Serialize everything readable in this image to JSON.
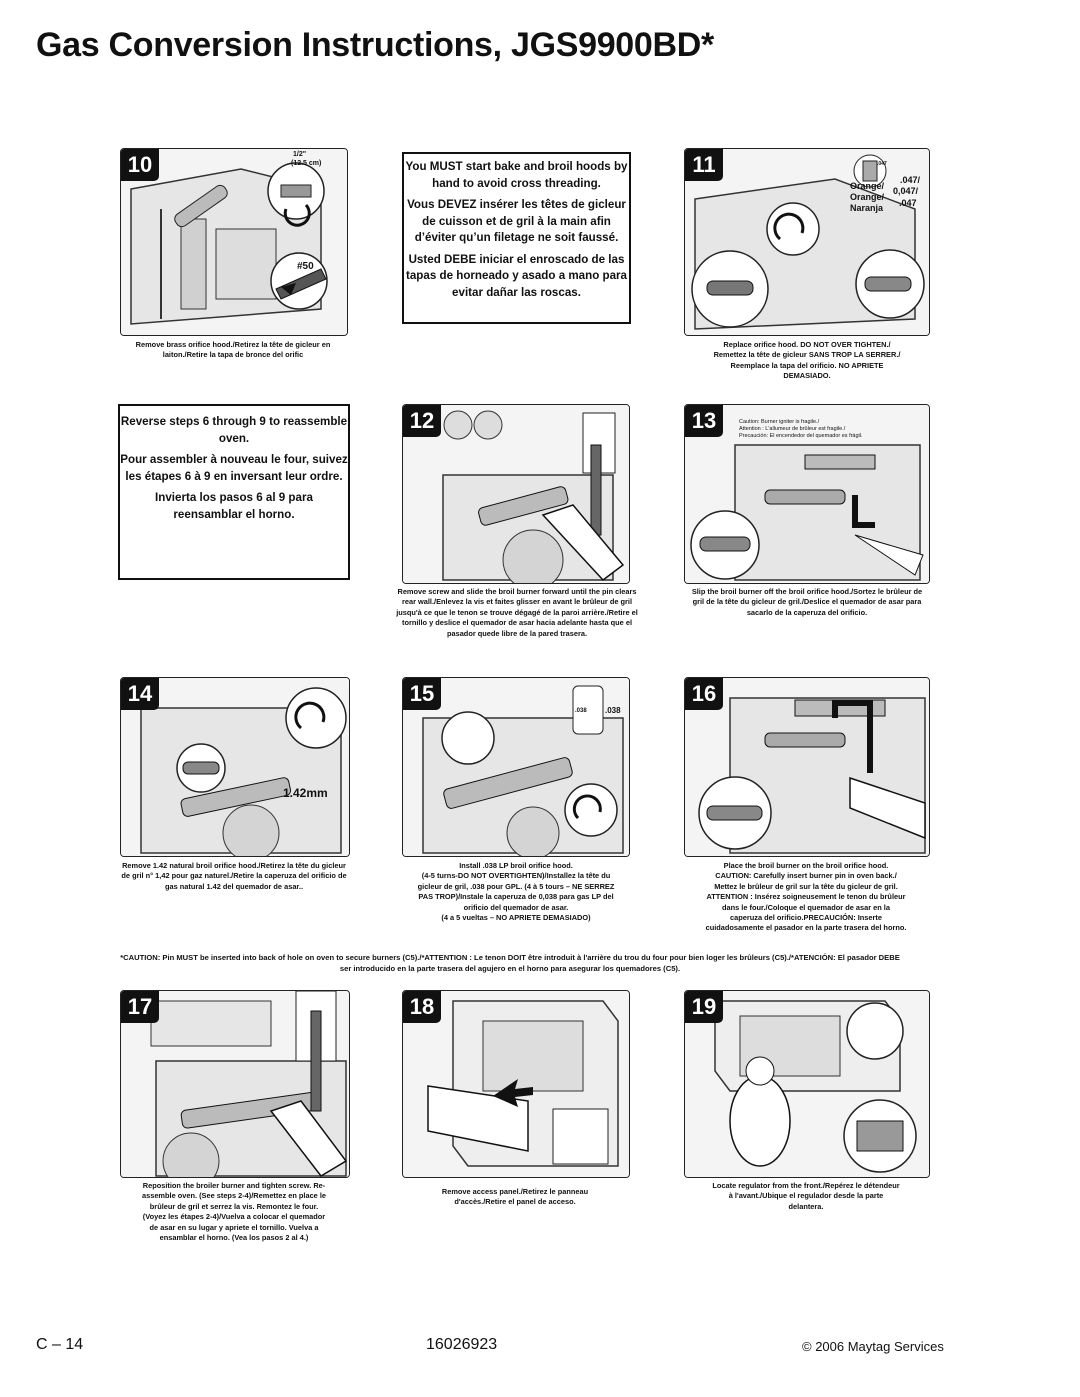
{
  "title": "Gas Conversion Instructions, JGS9900BD*",
  "steps": {
    "s10": {
      "number": "10",
      "labels": {
        "fraction": "1/2\"",
        "metric": "(12.5 cm)",
        "size": "#50"
      },
      "caption": "Remove brass orifice hood./Retirez la tête de gicleur en laiton./Retire la tapa de bronce del orific"
    },
    "hood_note": {
      "en": "You MUST start bake and broil hoods by hand to avoid cross threading.",
      "fr": "Vous DEVEZ insérer les têtes de gicleur de cuisson et de gril à la main afin d’éviter qu’un filetage ne soit faussé.",
      "es": "Usted DEBE iniciar el enroscado de las tapas de horneado y asado a mano para evitar dañar las roscas."
    },
    "s11": {
      "number": "11",
      "labels": {
        "orange1": "Orange/",
        "orange2": "Orange/",
        "naranja": "Naranja",
        "v1": ".047/",
        "v2": "0,047/",
        "v3": ".047",
        "hood": ".047"
      },
      "caption_lines": [
        "Replace orifice hood. DO NOT OVER TIGHTEN./",
        "Remettez la tête de gicleur SANS TROP LA SERRER./",
        "Reemplace la tapa del orificio. NO APRIETE",
        "DEMASIADO."
      ]
    },
    "reverse_note": {
      "en": "Reverse steps 6 through 9 to reassemble oven.",
      "fr": "Pour assembler à nouveau le four, suivez les étapes 6 à 9 en inversant leur ordre.",
      "es": "Invierta los pasos 6 al 9 para reensamblar el horno."
    },
    "s12": {
      "number": "12",
      "caption": "Remove screw and slide the broil burner forward until the pin clears rear wall./Enlevez la vis et faites glisser en avant le brûleur de gril jusqu'à ce que le tenon se trouve dégagé de la paroi arrière./Retire el tornillo y deslice el quemador de asar hacia adelante hasta que el pasador quede libre de la pared trasera."
    },
    "s13": {
      "number": "13",
      "warning_lines": [
        "Caution: Burner igniter is fragile./",
        "Attention : L'allumeur de brûleur est fragile./",
        "Precaución: El encendedor del quemador es frágil."
      ],
      "caption": "Slip the broil burner off the broil orifice hood./Sortez le brûleur de gril de la tête du gicleur de gril./Deslice el quemador de asar para sacarlo de la caperuza del orificio."
    },
    "s14": {
      "number": "14",
      "label": "1.42mm",
      "caption": "Remove 1.42 natural broil orifice hood./Retirez la tête du gicleur de gril n° 1,42 pour gaz naturel./Retire la caperuza del orificio de gas natural 1.42 del quemador de asar.."
    },
    "s15": {
      "number": "15",
      "labels": {
        "hood": ".038",
        "value": ".038"
      },
      "caption_lines": [
        "Install .038 LP broil orifice hood.",
        "(4-5 turns-DO NOT OVERTIGHTEN)/Installez la tête du",
        "gicleur de gril, .038 pour GPL. (4 à 5 tours – NE SERREZ",
        "PAS TROP)/Instale la caperuza de 0,038 para gas LP del",
        "orificio del quemador de asar.",
        "(4 a 5 vueltas – NO APRIETE DEMASIADO)"
      ]
    },
    "s16": {
      "number": "16",
      "caption_lines": [
        "Place the broil burner on the broil orifice hood.",
        "CAUTION: Carefully insert burner pin in oven back./",
        "Mettez le brûleur de gril sur la tête du gicleur de gril.",
        "ATTENTION : Insérez soigneusement le tenon du brûleur",
        "dans le four./Coloque el quemador de asar en la",
        "caperuza del orificio.PRECAUCIÓN: Inserte",
        "cuidadosamente el pasador en la parte trasera del horno."
      ]
    },
    "caution_note": "*CAUTION: Pin MUST be inserted into back of hole on oven to secure burners (C5)./*ATTENTION : Le tenon DOIT être introduit à l'arrière du trou du four pour bien loger les brûleurs (C5)./*ATENCIÓN: El pasador DEBE ser introducido en la parte trasera del agujero en el horno para asegurar los quemadores (C5).",
    "s17": {
      "number": "17",
      "caption_lines": [
        "Reposition the broiler burner and tighten screw. Re-",
        "assemble oven. (See steps 2-4)/Remettez en place le",
        "brûleur de gril et serrez la vis. Remontez le four.",
        "(Voyez les étapes 2-4)/Vuelva a colocar el quemador",
        "de asar en su lugar y apriete el tornillo. Vuelva a",
        "ensamblar el horno. (Vea los pasos 2 al 4.)"
      ]
    },
    "s18": {
      "number": "18",
      "caption_lines": [
        "Remove access panel./Retirez le panneau",
        "d'accès./Retire el panel de acceso."
      ]
    },
    "s19": {
      "number": "19",
      "caption_lines": [
        "Locate regulator from the front./Repérez le détendeur",
        "à l'avant./Ubique el regulador desde la parte",
        "delantera."
      ]
    }
  },
  "footer": {
    "page": "C – 14",
    "doc_number": "16026923",
    "copyright": "© 2006 Maytag Services"
  }
}
